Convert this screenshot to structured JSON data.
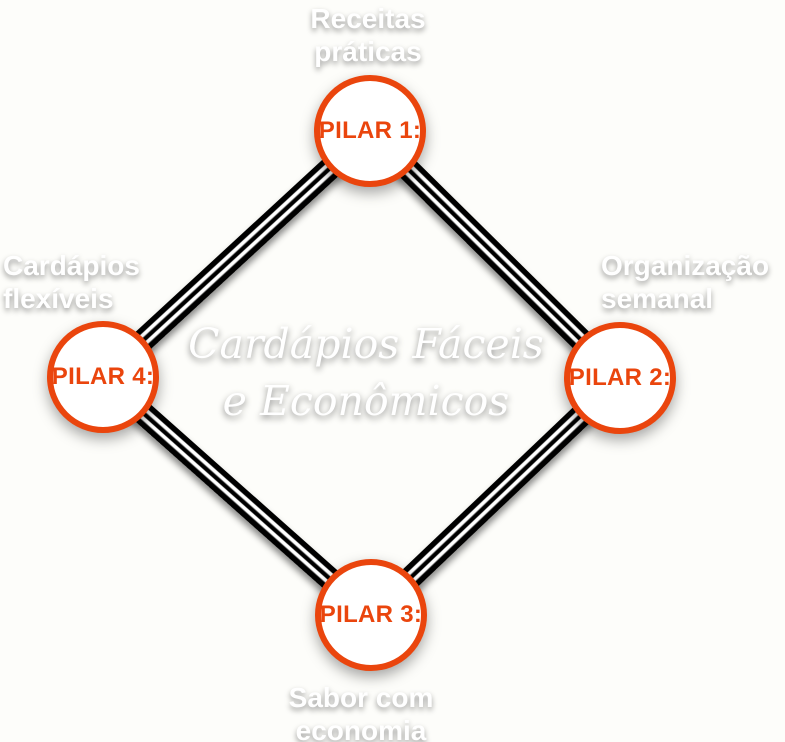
{
  "title": {
    "line1": "Cardápios Fáceis",
    "line2": "e Econômicos"
  },
  "pillars": [
    {
      "badge": "PILAR 1:",
      "label_line1": "Receitas",
      "label_line2": "práticas",
      "position": "top"
    },
    {
      "badge": "PILAR 2:",
      "label_line1": "Organização",
      "label_line2": "semanal",
      "position": "right"
    },
    {
      "badge": "PILAR 3:",
      "label_line1": "Sabor com",
      "label_line2": "economia",
      "position": "bottom"
    },
    {
      "badge": "PILAR 4:",
      "label_line1": "Cardápios",
      "label_line2": "flexíveis",
      "position": "left"
    }
  ],
  "colors": {
    "background": "#fdfdfa",
    "accent_orange": "#ea450d",
    "node_fill": "#ffffff",
    "label_text": "#ffffff",
    "ribbon_black": "#000000",
    "ribbon_white": "#ffffff"
  }
}
